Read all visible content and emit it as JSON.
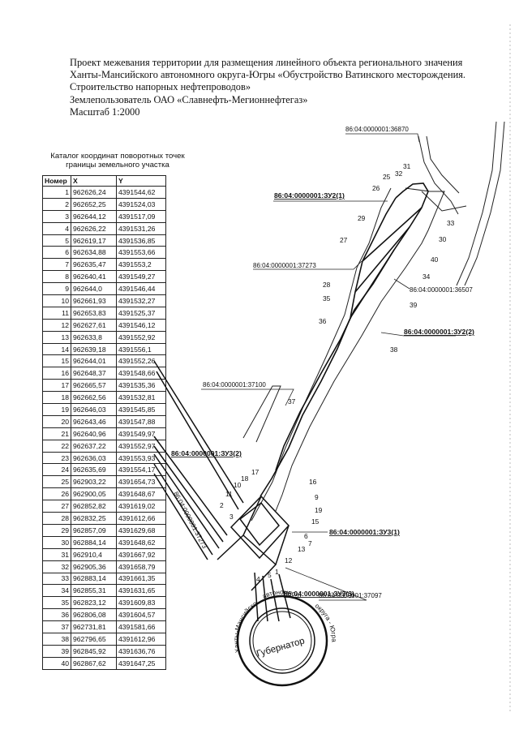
{
  "header": {
    "line1": "Проект межевания территории для размещения линейного объекта регионального значения",
    "line2": "Ханты-Мансийского автономного округа-Югры «Обустройство Ватинского месторождения.",
    "line3": "Строительство напорных нефтепроводов»",
    "line4": "Землепользователь ОАО «Славнефть-Мегионнефтегаз»",
    "line5": "Масштаб 1:2000"
  },
  "catalog": {
    "title_line1": "Каталог координат поворотных точек",
    "title_line2": "границы земельного участка",
    "col_num": "Номер",
    "col_x": "X",
    "col_y": "Y",
    "rows": [
      {
        "n": "1",
        "x": "962626,24",
        "y": "4391544,62"
      },
      {
        "n": "2",
        "x": "962652,25",
        "y": "4391524,03"
      },
      {
        "n": "3",
        "x": "962644,12",
        "y": "4391517,09"
      },
      {
        "n": "4",
        "x": "962626,22",
        "y": "4391531,26"
      },
      {
        "n": "5",
        "x": "962619,17",
        "y": "4391536,85"
      },
      {
        "n": "6",
        "x": "962634,88",
        "y": "4391553,66"
      },
      {
        "n": "7",
        "x": "962635,47",
        "y": "4391553,2"
      },
      {
        "n": "8",
        "x": "962640,41",
        "y": "4391549,27"
      },
      {
        "n": "9",
        "x": "962644,0",
        "y": "4391546,44"
      },
      {
        "n": "10",
        "x": "962661,93",
        "y": "4391532,27"
      },
      {
        "n": "11",
        "x": "962653,83",
        "y": "4391525,37"
      },
      {
        "n": "12",
        "x": "962627,61",
        "y": "4391546,12"
      },
      {
        "n": "13",
        "x": "962633,8",
        "y": "4391552,92"
      },
      {
        "n": "14",
        "x": "962639,18",
        "y": "4391556,1"
      },
      {
        "n": "15",
        "x": "962644,01",
        "y": "4391552,26"
      },
      {
        "n": "16",
        "x": "962648,37",
        "y": "4391548,66"
      },
      {
        "n": "17",
        "x": "962665,57",
        "y": "4391535,36"
      },
      {
        "n": "18",
        "x": "962662,56",
        "y": "4391532,81"
      },
      {
        "n": "19",
        "x": "962646,03",
        "y": "4391545,85"
      },
      {
        "n": "20",
        "x": "962643,46",
        "y": "4391547,88"
      },
      {
        "n": "21",
        "x": "962640,96",
        "y": "4391549,97"
      },
      {
        "n": "22",
        "x": "962637,22",
        "y": "4391552,97"
      },
      {
        "n": "23",
        "x": "962636,03",
        "y": "4391553,93"
      },
      {
        "n": "24",
        "x": "962635,69",
        "y": "4391554,17"
      },
      {
        "n": "25",
        "x": "962903,22",
        "y": "4391654,73"
      },
      {
        "n": "26",
        "x": "962900,05",
        "y": "4391648,67"
      },
      {
        "n": "27",
        "x": "962852,82",
        "y": "4391619,02"
      },
      {
        "n": "28",
        "x": "962832,25",
        "y": "4391612,66"
      },
      {
        "n": "29",
        "x": "962857,09",
        "y": "4391629,68"
      },
      {
        "n": "30",
        "x": "962884,14",
        "y": "4391648,62"
      },
      {
        "n": "31",
        "x": "962910,4",
        "y": "4391667,92"
      },
      {
        "n": "32",
        "x": "962905,36",
        "y": "4391658,79"
      },
      {
        "n": "33",
        "x": "962883,14",
        "y": "4391661,35"
      },
      {
        "n": "34",
        "x": "962855,31",
        "y": "4391631,65"
      },
      {
        "n": "35",
        "x": "962823,12",
        "y": "4391609,83"
      },
      {
        "n": "36",
        "x": "962806,08",
        "y": "4391604,57"
      },
      {
        "n": "37",
        "x": "962731,81",
        "y": "4391581,66"
      },
      {
        "n": "38",
        "x": "962796,65",
        "y": "4391612,96"
      },
      {
        "n": "39",
        "x": "962845,92",
        "y": "4391636,76"
      },
      {
        "n": "40",
        "x": "962867,62",
        "y": "4391647,25"
      }
    ]
  },
  "plan": {
    "parcels": {
      "p36870": "86:04:0000001:36870",
      "zu2_1": "86:04:0000001:ЗУ2(1)",
      "p37273": "86:04:0000001:37273",
      "p36507": "86:04:0000001:36507",
      "zu2_2": "86:04:0000001:ЗУ2(2)",
      "p37100": "86:04:0000001:37100",
      "zu3_2": "86:04:0000001:ЗУ3(2)",
      "p37273_rot": "86:04:0000001:37273",
      "zu3_1": "86:04:0000001:ЗУ3(1)",
      "p37097": "86:04:0000001:37097",
      "zu3_3": "86:04:0000001:ЗУ3(3)"
    },
    "points": {
      "p1": "1",
      "p2": "2",
      "p3": "3",
      "p4": "4",
      "p5": "5",
      "p6": "6",
      "p7": "7",
      "p9": "9",
      "p10": "10",
      "p11": "11",
      "p12": "12",
      "p13": "13",
      "p15": "15",
      "p16": "16",
      "p17": "17",
      "p18": "18",
      "p19": "19",
      "p25": "25",
      "p26": "26",
      "p27": "27",
      "p28": "28",
      "p29": "29",
      "p30": "30",
      "p31": "31",
      "p32": "32",
      "p33": "33",
      "p34": "34",
      "p35": "35",
      "p36": "36",
      "p37": "37",
      "p38": "38",
      "p39": "39",
      "p40": "40"
    },
    "stamp": {
      "center_text": "Губернатор",
      "ring_left": "Ханты-Мансийского",
      "ring_top": "автономного",
      "ring_right": "округа - Югра"
    }
  }
}
